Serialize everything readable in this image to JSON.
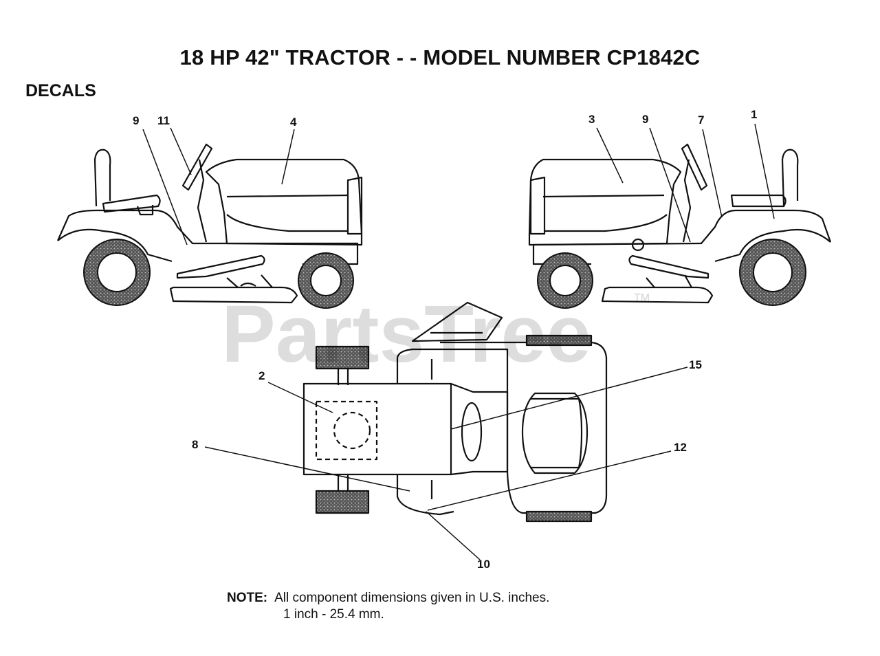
{
  "title": "18 HP 42\" TRACTOR - - MODEL NUMBER CP1842C",
  "section_label": "DECALS",
  "note": {
    "label": "NOTE:",
    "line1": "All component dimensions given in U.S. inches.",
    "line2": "1 inch - 25.4 mm."
  },
  "watermark": {
    "text": "PartsTree",
    "tm": "TM"
  },
  "callouts": {
    "c9_left": "9",
    "c11": "11",
    "c4": "4",
    "c3": "3",
    "c9_right": "9",
    "c7": "7",
    "c1": "1",
    "c2": "2",
    "c15": "15",
    "c8": "8",
    "c12": "12",
    "c10": "10"
  }
}
